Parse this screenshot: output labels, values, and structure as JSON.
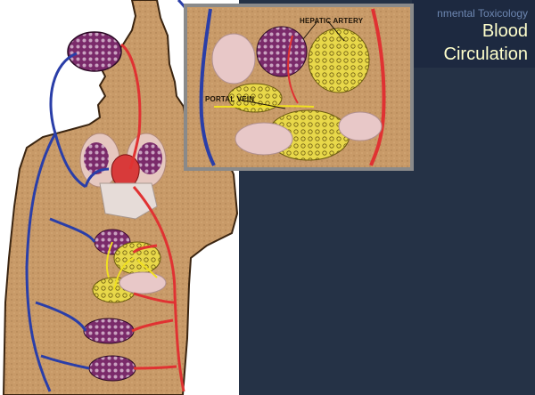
{
  "slide": {
    "subtitle": "nmental Toxicology",
    "title": "Blood Circulation"
  },
  "diagram": {
    "labels": {
      "hepatic_artery": "HEPATIC ARTERY",
      "portal_vein": "PORTAL VEIN"
    }
  },
  "colors": {
    "background": "#253246",
    "title": "#ffffcc",
    "skin": "#c89a68",
    "artery": "#e03232",
    "vein": "#2a3ea8",
    "capillary_bed": "#7a2a6a",
    "liver": "#e8d84a",
    "portal_flow": "#f0e020"
  }
}
